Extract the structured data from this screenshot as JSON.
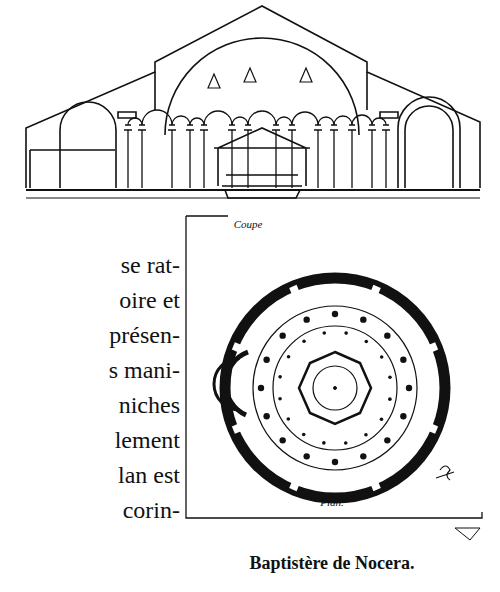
{
  "diagram": {
    "caption": "Baptistère de Nocera.",
    "labels": [
      "Coupe",
      "Plan.",
      "se rat-",
      "oire et",
      "présen-",
      "s mani-",
      "niches",
      "lement",
      "lan est",
      "corin-"
    ]
  }
}
